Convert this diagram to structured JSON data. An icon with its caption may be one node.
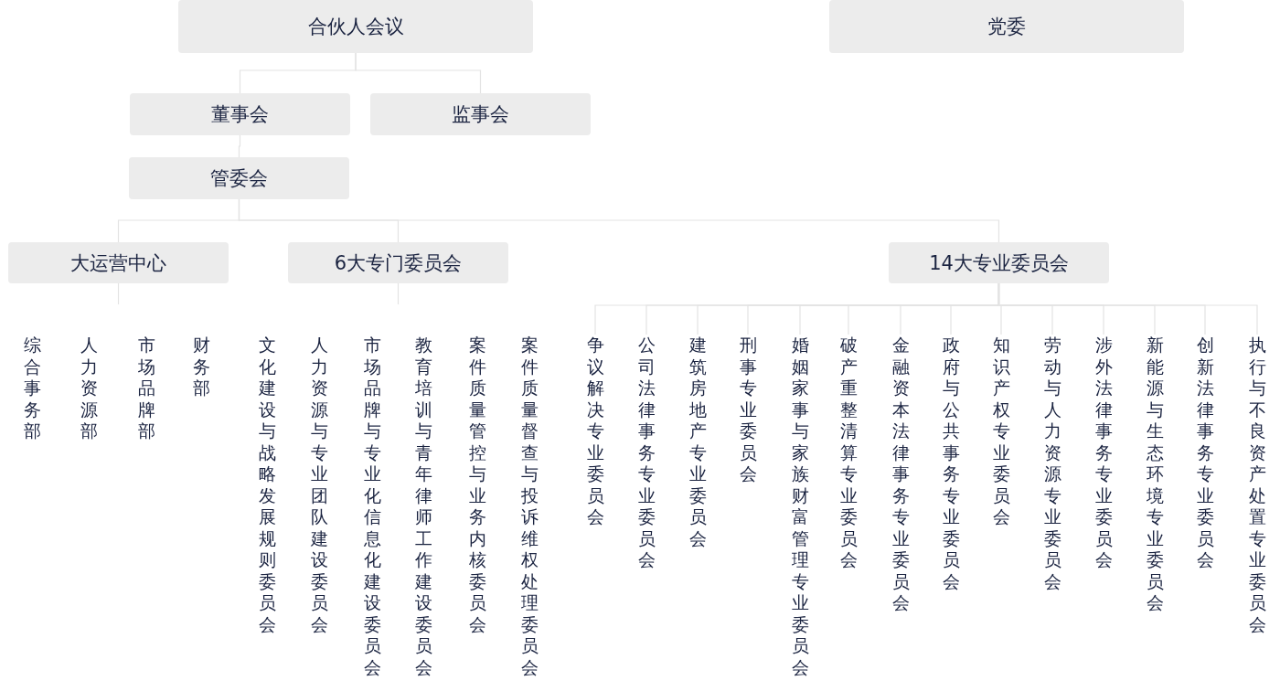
{
  "diagram": {
    "nodes": [
      {
        "text": [
          "合伙人会议"
        ]
      },
      {
        "text": [
          "党委"
        ]
      },
      {
        "text": [
          "董事会"
        ]
      },
      {
        "text": [
          "监事会"
        ]
      },
      {
        "text": [
          "管委会"
        ]
      },
      {
        "text": [
          "大运营中心"
        ]
      },
      {
        "text": [
          "6大专门委员会"
        ]
      },
      {
        "text": [
          "14大专业委员会"
        ]
      },
      {
        "text": [
          "争议解决专业委员会"
        ]
      },
      {
        "text": [
          "公司法律事务专业委员会"
        ]
      },
      {
        "text": [
          "建筑房地产专业委员会"
        ]
      },
      {
        "text": [
          "刑事专业委员会"
        ]
      },
      {
        "text": [
          "婚姻家事与家族财富管理专业委员会"
        ]
      },
      {
        "text": [
          "破产重整清算专业委员会"
        ]
      },
      {
        "text": [
          "金融资本法律事务专业委员会"
        ]
      },
      {
        "text": [
          "政府与公共事务专业委员会"
        ]
      },
      {
        "text": [
          "知识产权专业委员会"
        ]
      },
      {
        "text": [
          "劳动与人力资源专业委员会"
        ]
      },
      {
        "text": [
          "涉外法律事务专业委员会"
        ]
      },
      {
        "text": [
          "新能源与生态环境专业委员会"
        ]
      },
      {
        "text": [
          "创新法律事务专业委员会"
        ]
      },
      {
        "text": [
          "执行与不良资产处置专业委员会"
        ]
      }
    ],
    "edges": [
      {
        "from": 0,
        "to": 2,
        "arrow": "none"
      },
      {
        "from": 0,
        "to": 3,
        "arrow": "none"
      },
      {
        "from": 2,
        "to": 4,
        "arrow": "none"
      },
      {
        "from": 4,
        "to": 5,
        "arrow": "none"
      },
      {
        "from": 4,
        "to": 6,
        "arrow": "none"
      },
      {
        "from": 4,
        "to": 7,
        "arrow": "none"
      },
      {
        "from": 5,
        "to": null,
        "arrow": "none"
      },
      {
        "from": 6,
        "to": null,
        "arrow": "none"
      },
      {
        "from": 7,
        "to": 8,
        "arrow": "none"
      },
      {
        "from": 7,
        "to": 9,
        "arrow": "none"
      },
      {
        "from": 7,
        "to": 10,
        "arrow": "none"
      },
      {
        "from": 7,
        "to": 11,
        "arrow": "none"
      },
      {
        "from": 7,
        "to": 12,
        "arrow": "none"
      },
      {
        "from": 7,
        "to": 13,
        "arrow": "none"
      },
      {
        "from": 7,
        "to": 14,
        "arrow": "none"
      },
      {
        "from": 7,
        "to": 15,
        "arrow": "none"
      },
      {
        "from": 7,
        "to": 16,
        "arrow": "none"
      },
      {
        "from": 7,
        "to": 17,
        "arrow": "none"
      },
      {
        "from": 7,
        "to": 18,
        "arrow": "none"
      },
      {
        "from": 7,
        "to": 19,
        "arrow": "none"
      },
      {
        "from": 7,
        "to": 20,
        "arrow": "none"
      },
      {
        "from": 7,
        "to": 21,
        "arrow": "none"
      }
    ],
    "labels": [
      "综合事务部",
      "人力资源部",
      "市场品牌部",
      "财务部",
      "文化建设与战略发展规则委员会",
      "人力资源与专业团队建设委员会",
      "市场品牌与专业化信息化建设委员会",
      "教育培训与青年律师工作建设委员会",
      "案件质量管控与业务内核委员会",
      "案件质量督查与投诉维权处理委员会"
    ]
  }
}
